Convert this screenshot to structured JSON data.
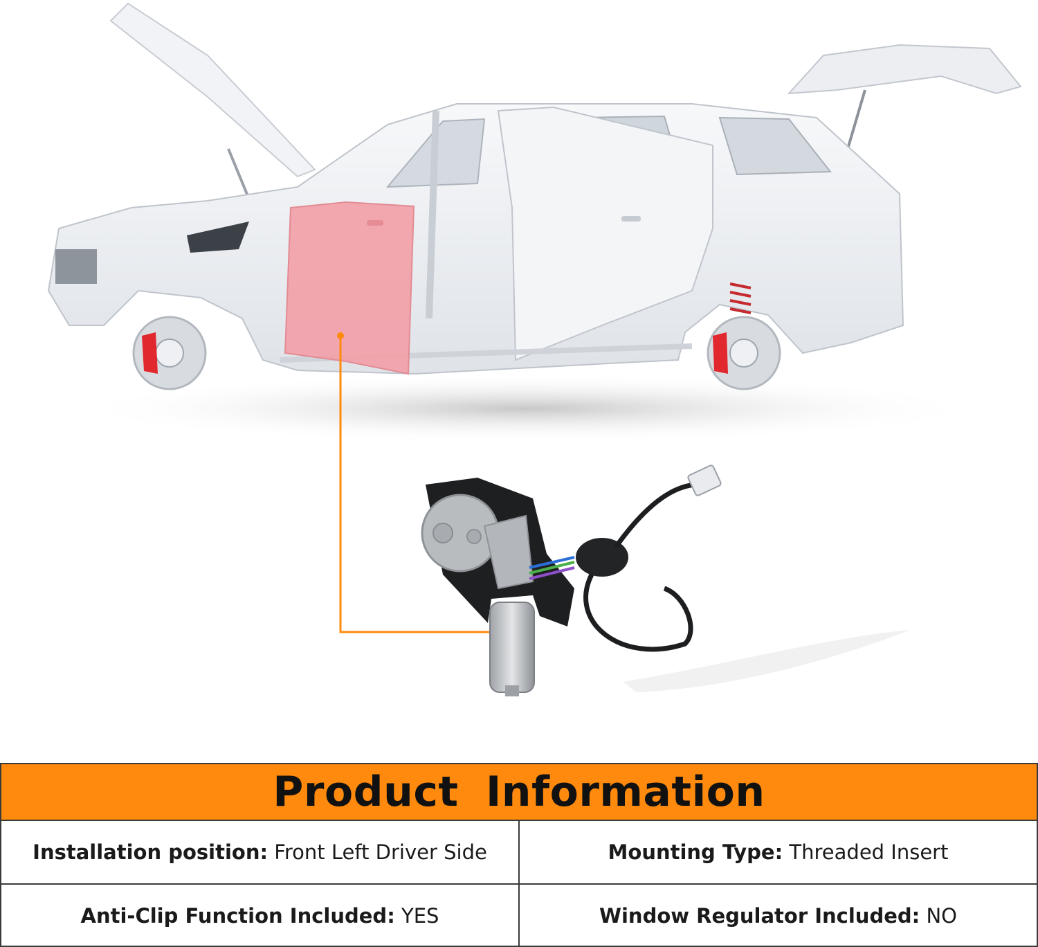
{
  "product_info": {
    "title": "Product  Information",
    "rows": [
      [
        {
          "key": "Installation position",
          "sep": ":",
          "value": " Front Left Driver Side"
        },
        {
          "key": "Mounting Type",
          "sep": ":",
          "value": " Threaded Insert"
        }
      ],
      [
        {
          "key": "Anti-Clip Function Included",
          "sep": ":",
          "value": " YES"
        },
        {
          "key": "Window Regulator Included",
          "sep": ":",
          "value": " NO"
        }
      ]
    ]
  },
  "colors": {
    "accent": "#ff8a0d",
    "door_highlight": "#f2a0a8",
    "brake_caliper": "#e0282e",
    "car_body": "#eef0f3"
  }
}
